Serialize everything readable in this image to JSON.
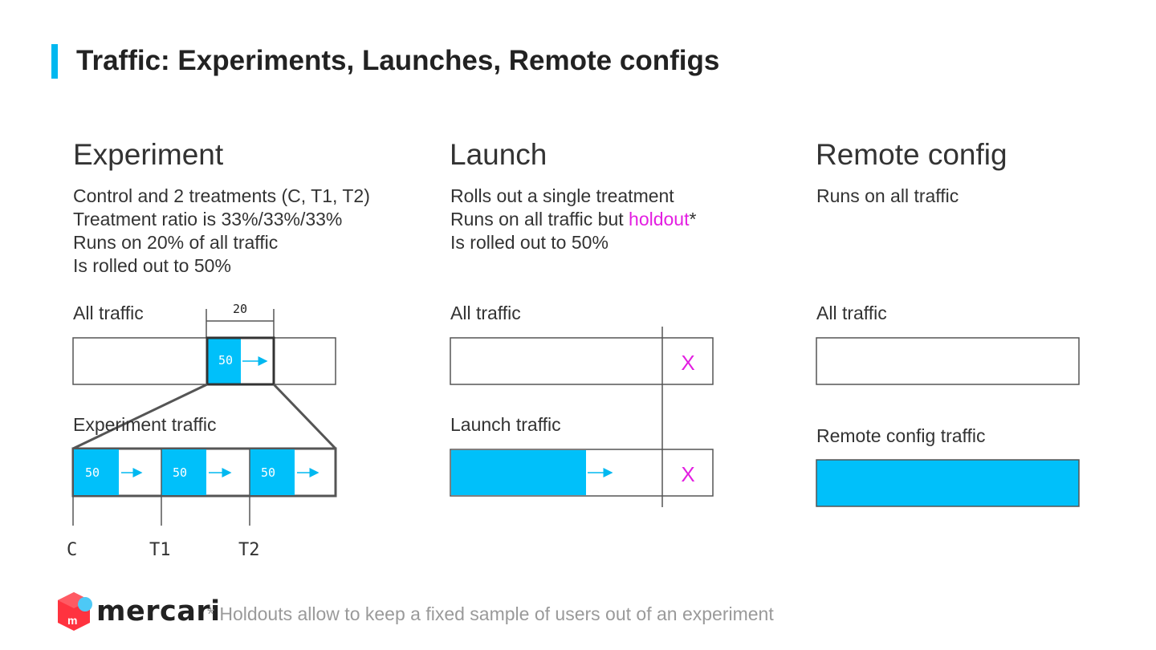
{
  "title": "Traffic: Experiments, Launches, Remote configs",
  "experiment": {
    "heading": "Experiment",
    "lines": [
      "Control and 2 treatments (C, T1, T2)",
      "Treatment ratio is 33%/33%/33%",
      "Runs on 20% of all traffic",
      "Is rolled out to 50%"
    ],
    "all_traffic_label": "All traffic",
    "slice_value": "20",
    "rollout_value": "50",
    "experiment_traffic_label": "Experiment traffic",
    "segment_values": [
      "50",
      "50",
      "50"
    ],
    "segment_labels": [
      "C",
      "T1",
      "T2"
    ]
  },
  "launch": {
    "heading": "Launch",
    "line1": "Rolls out a single treatment",
    "line2_prefix": "Runs on all traffic but ",
    "line2_highlight": "holdout",
    "line2_suffix": "*",
    "line3": "Is rolled out to 50%",
    "all_traffic_label": "All traffic",
    "launch_traffic_label": "Launch traffic",
    "holdout_mark": "X"
  },
  "remote_config": {
    "heading": "Remote config",
    "line1": "Runs on all traffic",
    "all_traffic_label": "All traffic",
    "traffic_label": "Remote config traffic"
  },
  "footer": {
    "logo_text": "mercari",
    "footnote": "* Holdouts allow to keep a fixed sample of users out of an experiment"
  },
  "colors": {
    "accent": "#00b8f0",
    "fill": "#00c0fa",
    "highlight": "#e31ee1"
  }
}
